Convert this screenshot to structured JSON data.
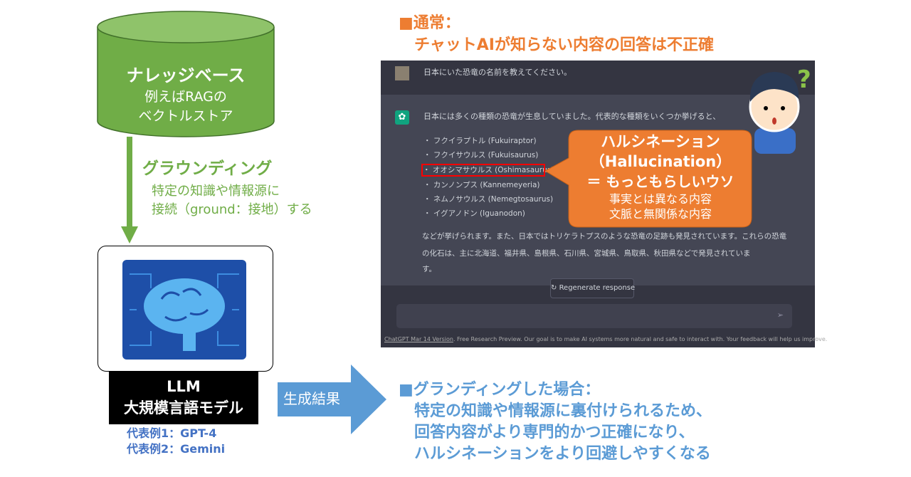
{
  "knowledge_base": {
    "title": "ナレッジベース",
    "line1": "例えばRAGの",
    "line2": "ベクトルストア"
  },
  "grounding": {
    "title": "グラウンディング",
    "line1": "特定の知識や情報源に",
    "line2": "接続（ground：接地）する"
  },
  "llm": {
    "title": "LLM",
    "subtitle": "大規模言語モデル",
    "example1": "代表例1：GPT-4",
    "example2": "代表例2：Gemini"
  },
  "arrow_label": "生成結果",
  "normal": {
    "line1": "■通常：",
    "line2": "チャットAIが知らない内容の回答は不正確"
  },
  "chat": {
    "question": "日本にいた恐竜の名前を教えてください。",
    "answer_intro": "日本には多くの種類の恐竜が生息していました。代表的な種類をいくつか挙げると、",
    "items": [
      "フクイラプトル (Fukuiraptor)",
      "フクイサウルス (Fukuisaurus)",
      "オオシマサウルス (Oshimasaurus)",
      "カンノンプス (Kannemeyeria)",
      "ネムノサウルス (Nemegtosaurus)",
      "イグアノドン (Iguanodon)"
    ],
    "answer_outro1": "などが挙げられます。また、日本ではトリケラトプスのような恐竜の足跡も発見されています。これらの恐竜",
    "answer_outro2": "の化石は、主に北海道、福井県、島根県、石川県、宮城県、鳥取県、秋田県などで発見されていま",
    "answer_outro3": "す。",
    "regenerate": "Regenerate response",
    "footer_link": "ChatGPT Mar 14 Version",
    "footer_text": ". Free Research Preview. Our goal is to make AI systems more natural and safe to interact with. Your feedback will help us improve."
  },
  "callout": {
    "line1": "ハルシネーション",
    "line2": "（Hallucination）",
    "line3": "＝ もっともらしいウソ",
    "line4": "事実とは異なる内容",
    "line5": "文脈と無関係な内容"
  },
  "grounded": {
    "line1": "■グランディングした場合：",
    "line2": "特定の知識や情報源に裏付けられるため、",
    "line3": "回答内容がより専門的かつ正確になり、",
    "line4": "ハルシネーションをより回避しやすくなる"
  },
  "colors": {
    "green": "#70ad47",
    "orange": "#ed7d31",
    "blue": "#5b9bd5",
    "chat_bg": "#444654"
  }
}
